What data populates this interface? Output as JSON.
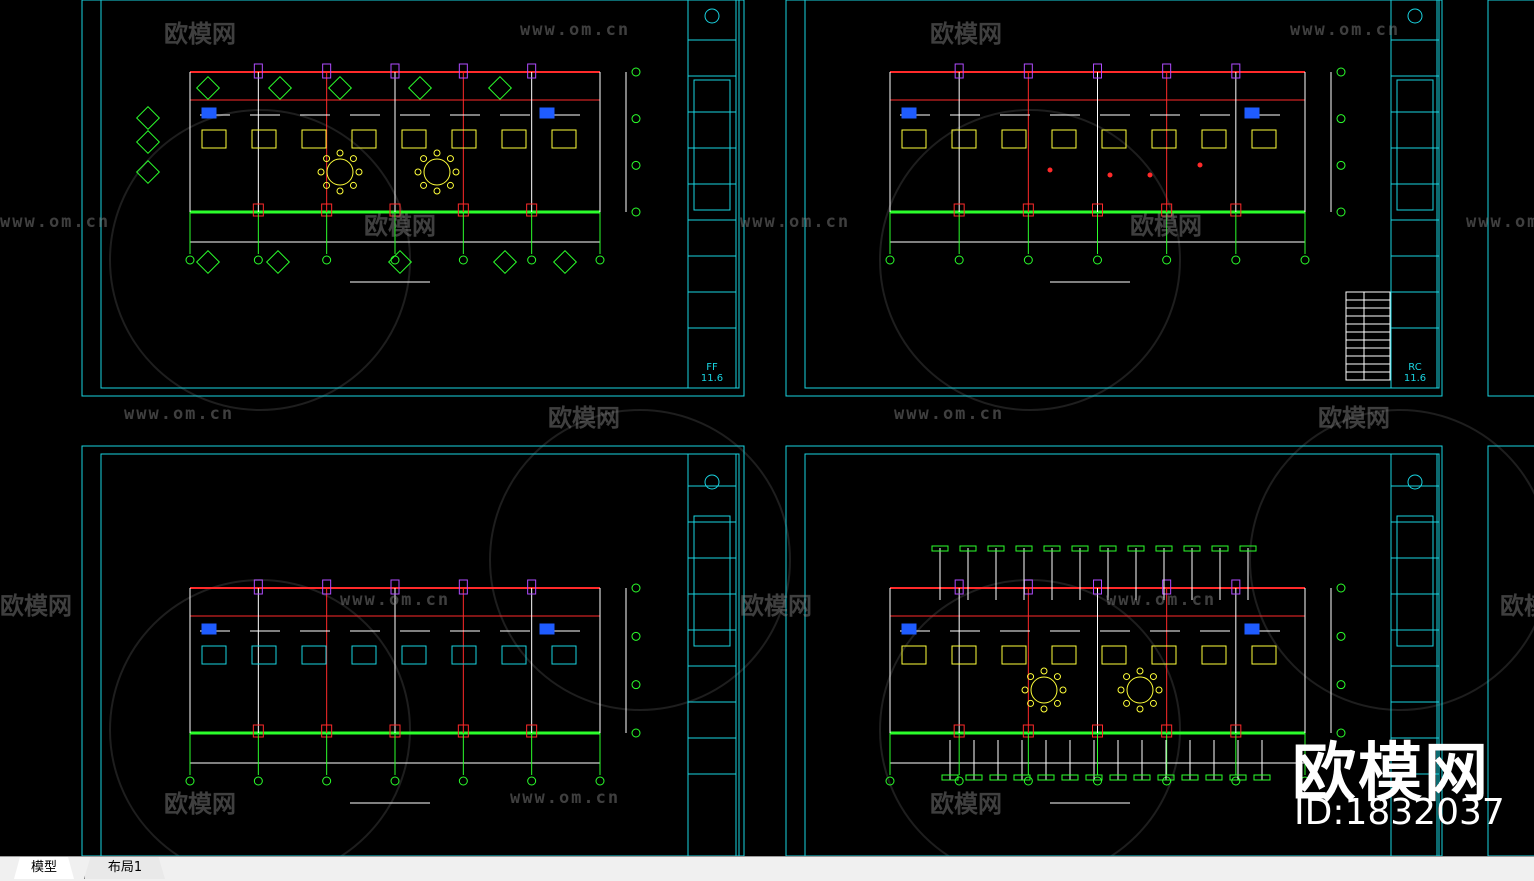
{
  "tabs": {
    "model": "模型",
    "layout1": "布局1"
  },
  "watermark": {
    "brand": "欧模网",
    "site": "www.om.cn",
    "id": "ID:1832037"
  },
  "sheets": [
    {
      "code": "FF",
      "number": "11.6"
    },
    {
      "code": "RC",
      "number": "11.6"
    }
  ],
  "colors": {
    "frame": "#19d3e0",
    "wall": "#ff2a2a",
    "green": "#2bff2b",
    "yellow": "#ffff3a",
    "white": "#ffffff",
    "blue": "#1f5cff",
    "magenta": "#b04cff"
  }
}
